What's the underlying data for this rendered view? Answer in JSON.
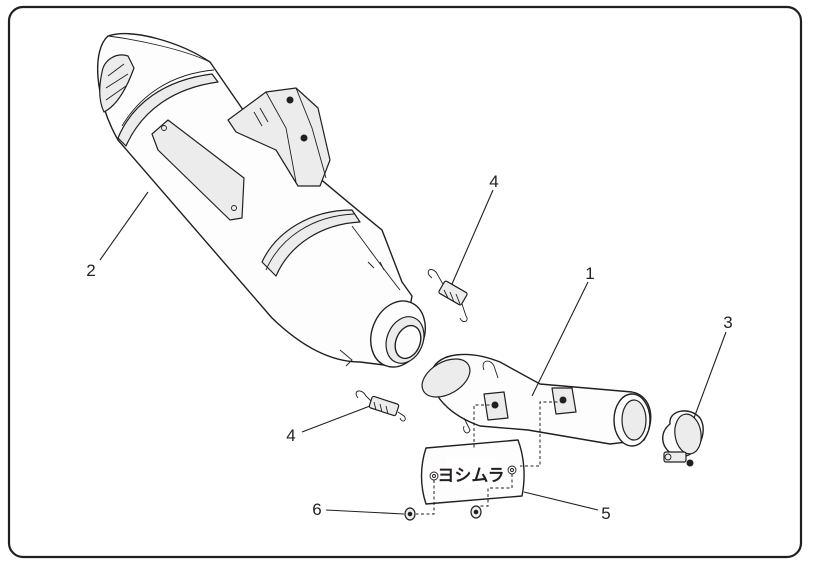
{
  "diagram": {
    "callouts": [
      {
        "id": "1",
        "label": "1",
        "part": "link-pipe"
      },
      {
        "id": "2",
        "label": "2",
        "part": "muffler"
      },
      {
        "id": "3",
        "label": "3",
        "part": "clamp"
      },
      {
        "id": "4a",
        "label": "4",
        "part": "spring-upper"
      },
      {
        "id": "4b",
        "label": "4",
        "part": "spring-lower"
      },
      {
        "id": "5",
        "label": "5",
        "part": "heat-shield"
      },
      {
        "id": "6",
        "label": "6",
        "part": "grommet-nut"
      }
    ],
    "logo_text": "ヨシムラ",
    "colors": {
      "line": "#231f20",
      "frame": "#231f20",
      "background": "#ffffff"
    }
  }
}
